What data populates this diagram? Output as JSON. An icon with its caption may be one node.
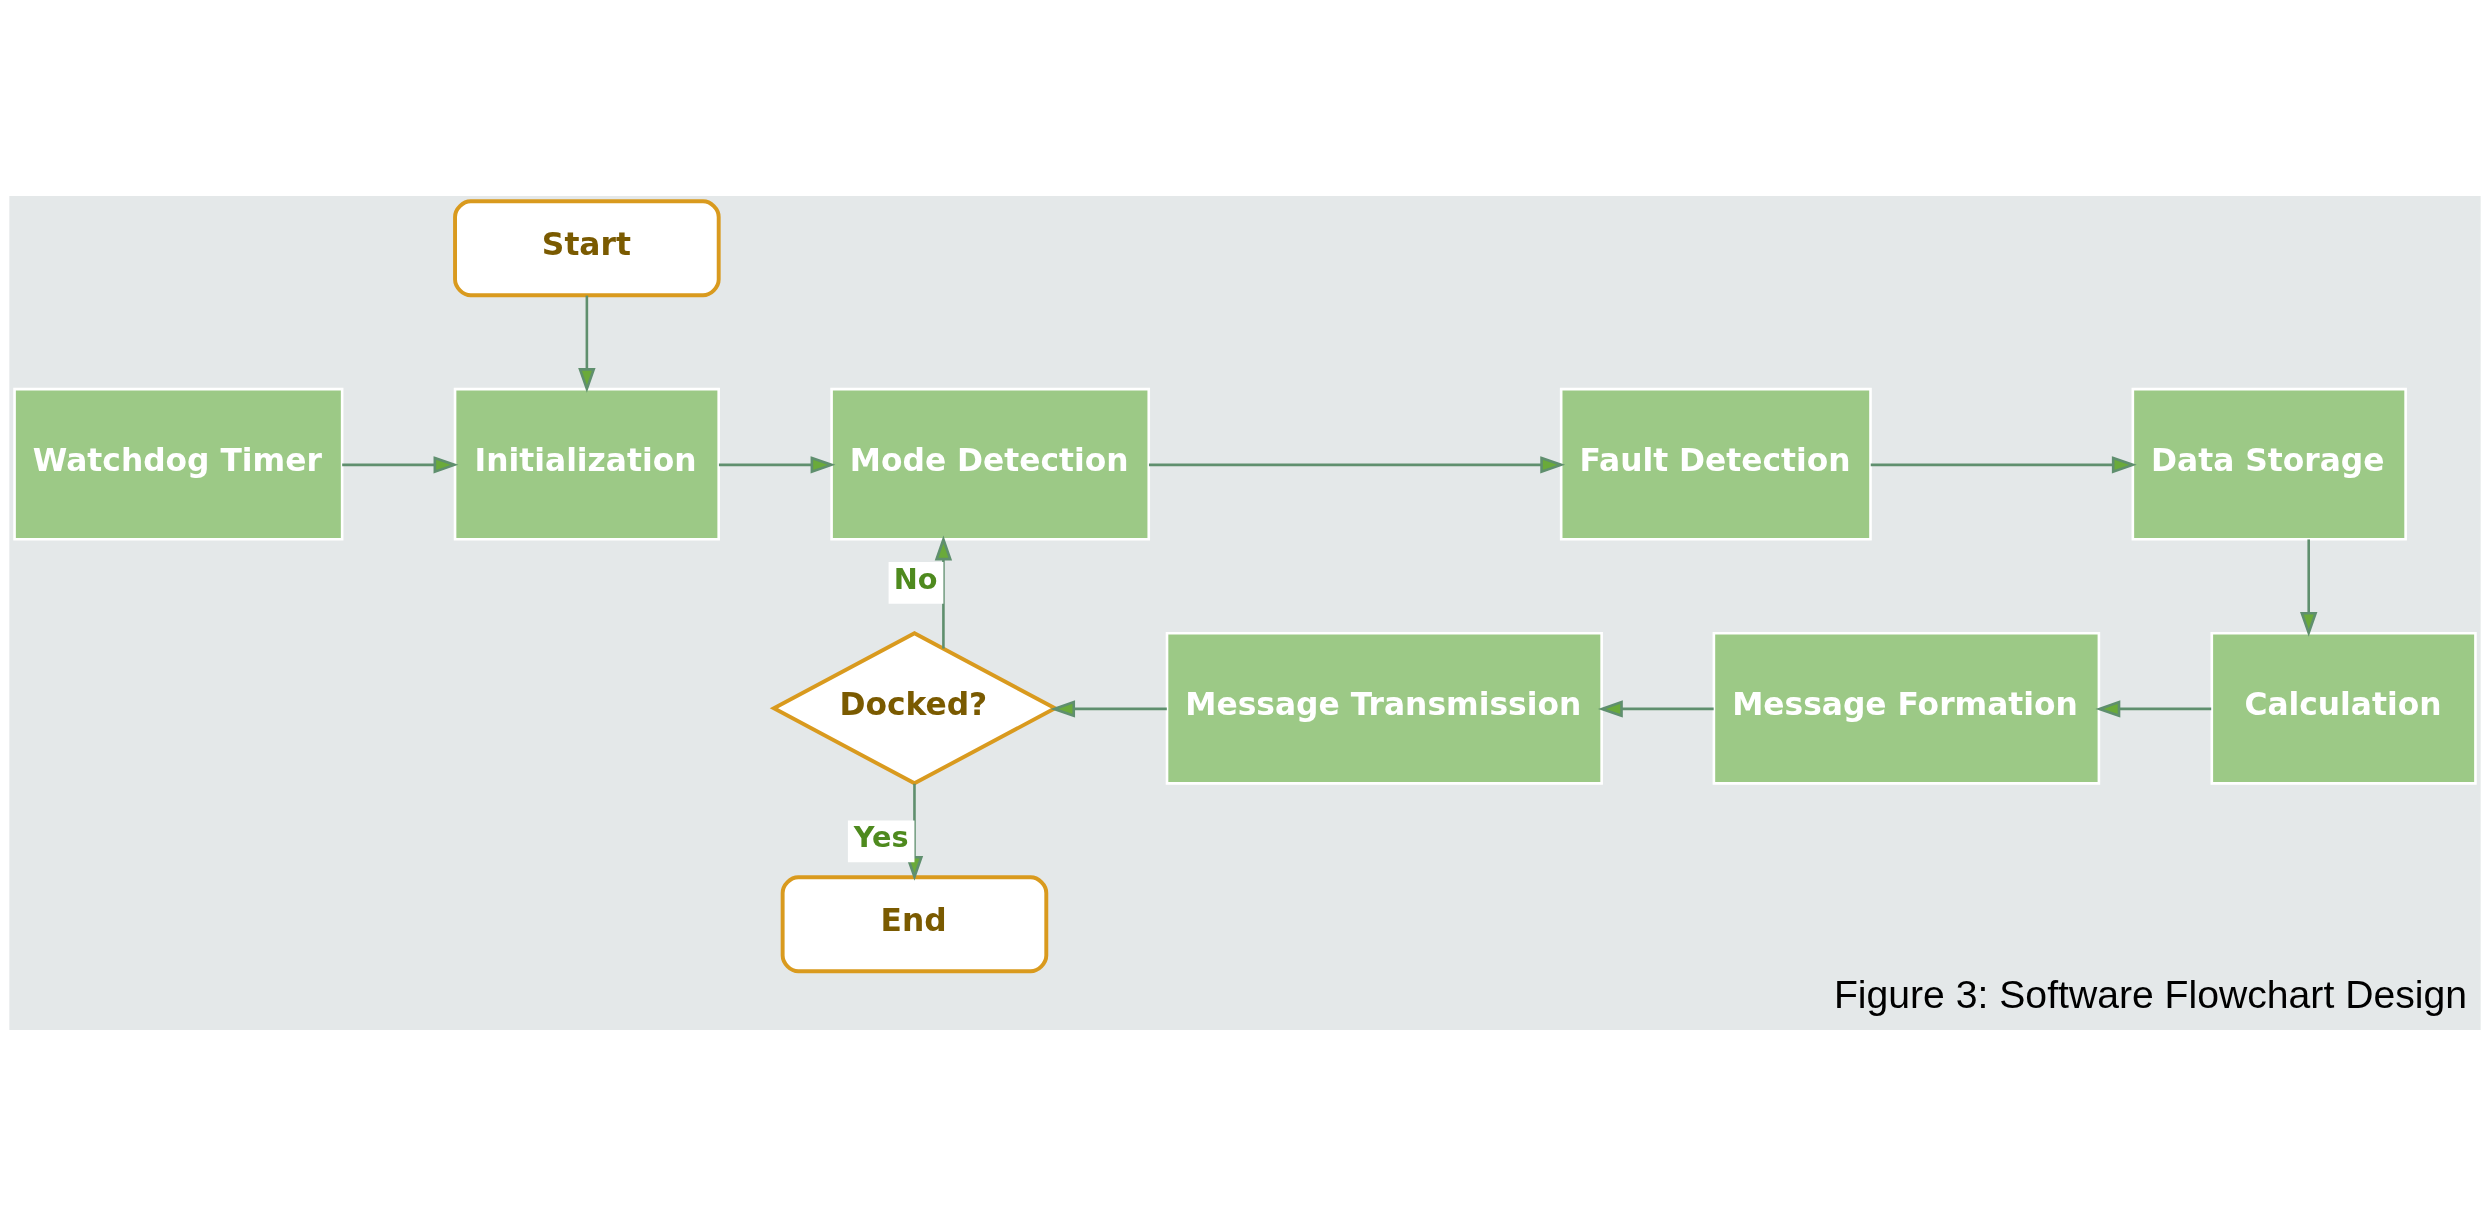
{
  "diagram": {
    "caption": "Figure 3: Software Flowchart Design",
    "nodes": [
      {
        "text": [
          "Start"
        ]
      },
      {
        "text": [
          "Watchdog Timer"
        ]
      },
      {
        "text": [
          "Initialization"
        ]
      },
      {
        "text": [
          "Mode Detection"
        ]
      },
      {
        "text": [
          "Fault Detection"
        ]
      },
      {
        "text": [
          "Data Storage"
        ]
      },
      {
        "text": [
          "Calculation"
        ]
      },
      {
        "text": [
          "Message Formation"
        ]
      },
      {
        "text": [
          "Message Transmission"
        ]
      },
      {
        "text": [
          "Docked?"
        ]
      },
      {
        "text": [
          "End"
        ]
      }
    ],
    "edges": [
      {
        "from": 0,
        "to": 2,
        "arrow": "to"
      },
      {
        "from": 1,
        "to": 2,
        "arrow": "to"
      },
      {
        "from": 2,
        "to": 3,
        "arrow": "to"
      },
      {
        "from": 3,
        "to": 4,
        "arrow": "to"
      },
      {
        "from": 4,
        "to": 5,
        "arrow": "to"
      },
      {
        "from": 5,
        "to": 6,
        "arrow": "to"
      },
      {
        "from": 6,
        "to": 7,
        "arrow": "to"
      },
      {
        "from": 7,
        "to": 8,
        "arrow": "to"
      },
      {
        "from": 8,
        "to": 9,
        "arrow": "to"
      },
      {
        "from": 9,
        "to": 3,
        "label": "No",
        "arrow": "to"
      },
      {
        "from": 9,
        "to": 10,
        "label": "Yes",
        "arrow": "to"
      }
    ]
  }
}
